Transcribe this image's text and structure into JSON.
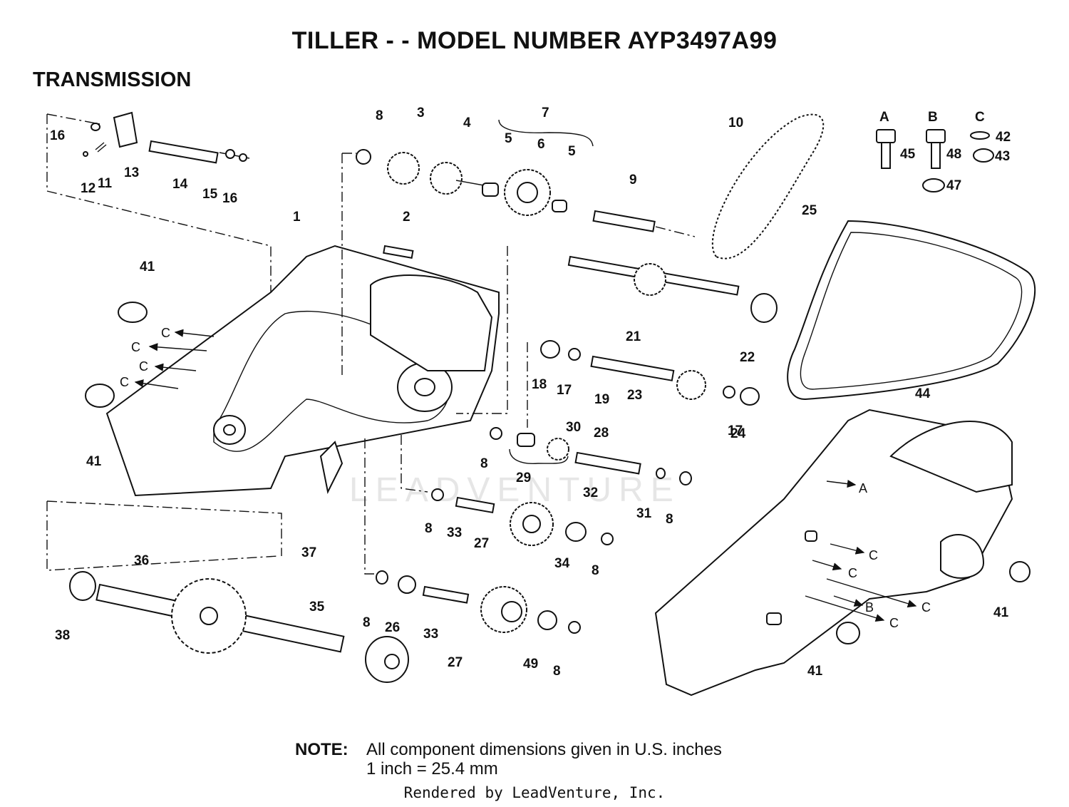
{
  "title": "TILLER - - MODEL NUMBER AYP3497A99",
  "section": "TRANSMISSION",
  "note": {
    "label": "NOTE:",
    "line1": "All component dimensions given in U.S. inches",
    "line2": "1 inch = 25.4 mm"
  },
  "credit": "Rendered by LeadVenture, Inc.",
  "watermark": "LEADVENTURE",
  "hardware_legend": {
    "a": "A",
    "b": "B",
    "c": "C"
  },
  "callouts": [
    {
      "t": "16"
    },
    {
      "t": "11"
    },
    {
      "t": "12"
    },
    {
      "t": "13"
    },
    {
      "t": "14"
    },
    {
      "t": "15"
    },
    {
      "t": "16"
    },
    {
      "t": "8"
    },
    {
      "t": "3"
    },
    {
      "t": "4"
    },
    {
      "t": "7"
    },
    {
      "t": "5"
    },
    {
      "t": "6"
    },
    {
      "t": "5"
    },
    {
      "t": "9"
    },
    {
      "t": "10"
    },
    {
      "t": "45"
    },
    {
      "t": "48"
    },
    {
      "t": "42"
    },
    {
      "t": "43"
    },
    {
      "t": "47"
    },
    {
      "t": "25"
    },
    {
      "t": "1"
    },
    {
      "t": "2"
    },
    {
      "t": "41"
    },
    {
      "t": "21"
    },
    {
      "t": "22"
    },
    {
      "t": "18"
    },
    {
      "t": "17"
    },
    {
      "t": "19"
    },
    {
      "t": "23"
    },
    {
      "t": "17"
    },
    {
      "t": "24"
    },
    {
      "t": "44"
    },
    {
      "t": "41"
    },
    {
      "t": "30"
    },
    {
      "t": "28"
    },
    {
      "t": "8"
    },
    {
      "t": "29"
    },
    {
      "t": "32"
    },
    {
      "t": "31"
    },
    {
      "t": "8"
    },
    {
      "t": "8"
    },
    {
      "t": "33"
    },
    {
      "t": "27"
    },
    {
      "t": "34"
    },
    {
      "t": "8"
    },
    {
      "t": "37"
    },
    {
      "t": "36"
    },
    {
      "t": "38"
    },
    {
      "t": "35"
    },
    {
      "t": "8"
    },
    {
      "t": "26"
    },
    {
      "t": "33"
    },
    {
      "t": "27"
    },
    {
      "t": "49"
    },
    {
      "t": "8"
    },
    {
      "t": "41"
    },
    {
      "t": "41"
    }
  ],
  "arrow_labels": [
    "C",
    "C",
    "C",
    "C",
    "A",
    "C",
    "C",
    "B",
    "C",
    "C"
  ]
}
